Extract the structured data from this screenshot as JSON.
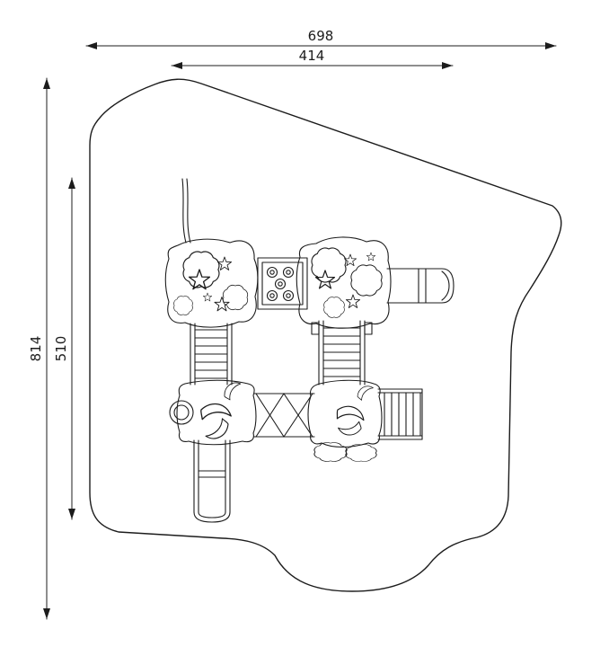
{
  "drawing": {
    "background_color": "#ffffff",
    "line_color": "#1c1c1c"
  },
  "dimensions": {
    "top_outer": "698",
    "top_inner": "414",
    "left_outer": "814",
    "left_inner": "510"
  }
}
